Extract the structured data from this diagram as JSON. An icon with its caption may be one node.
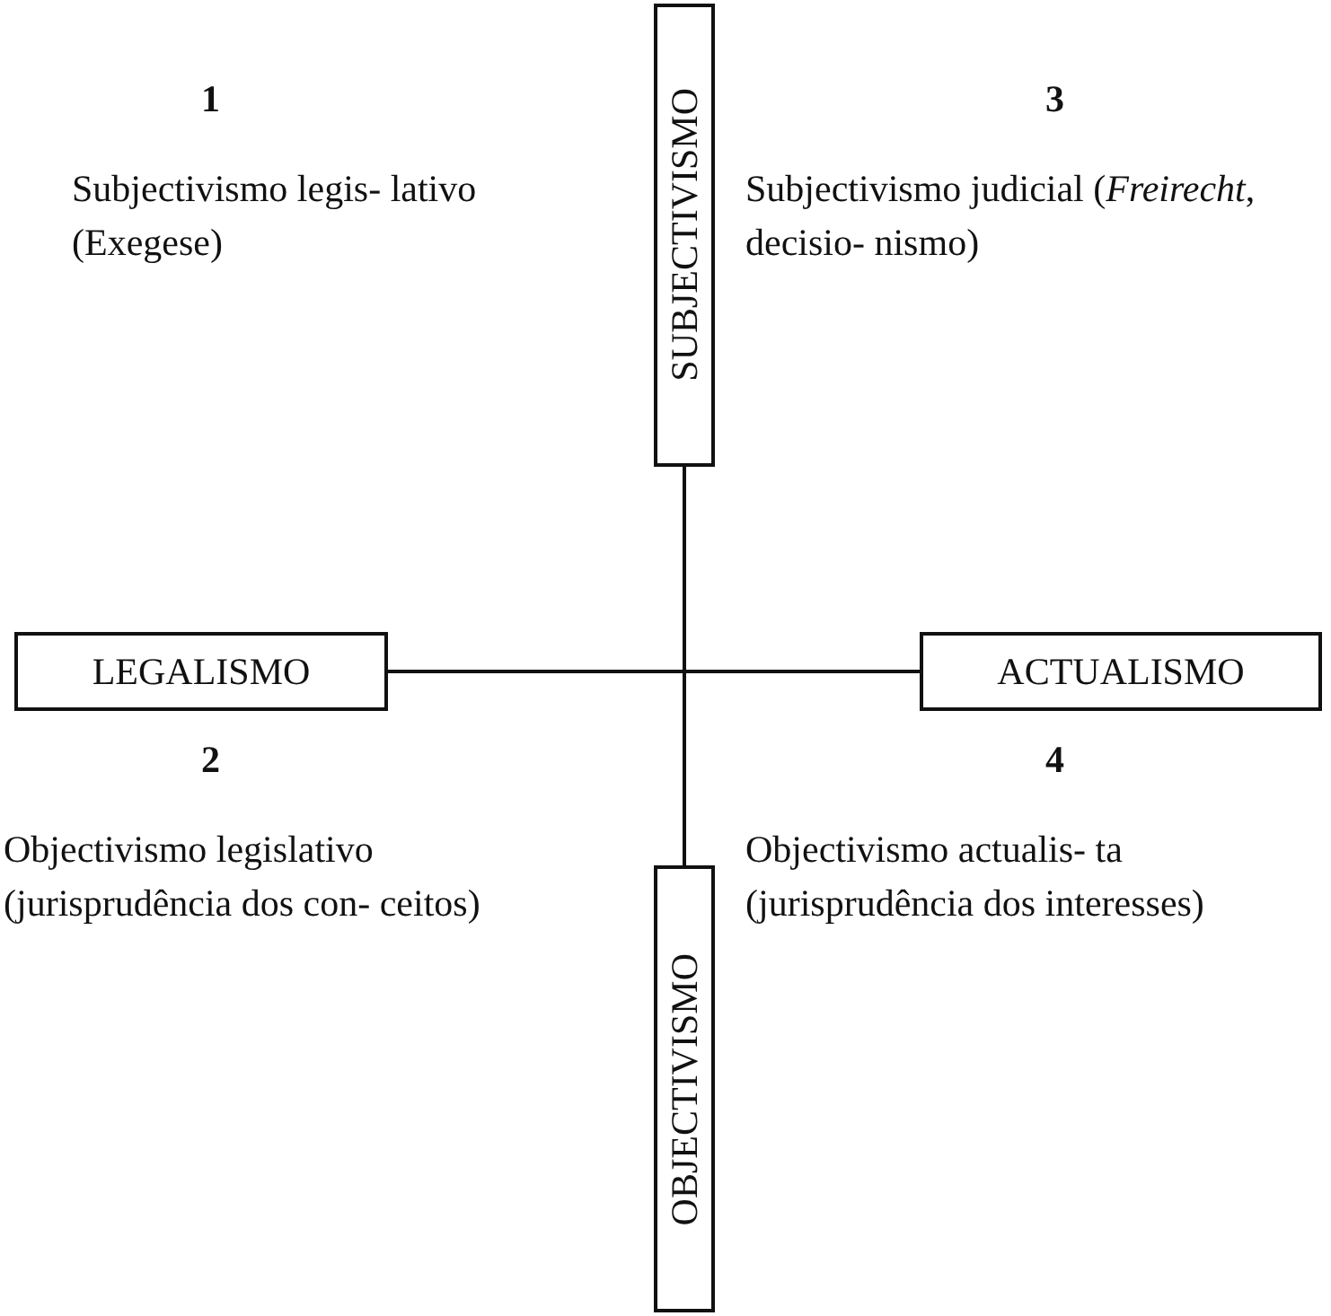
{
  "diagram": {
    "nodes": [
      {
        "text": [
          "SUBJECTIVISMO"
        ]
      },
      {
        "text": [
          "LEGALISMO"
        ]
      },
      {
        "text": [
          "ACTUALISMO"
        ]
      },
      {
        "text": [
          "OBJECTIVISMO"
        ]
      }
    ],
    "edges": [
      {
        "from": 0,
        "to": 3,
        "arrow": "none"
      },
      {
        "from": 1,
        "to": 2,
        "arrow": "none"
      }
    ],
    "labels": [
      "1",
      "Subjectivismo legis- lativo (Exegese)",
      "3",
      "Subjectivismo judicial (*Freirecht*, decisio- nismo)",
      "2",
      "Objectivismo legislativo (jurisprudência dos con- ceitos)",
      "4",
      "Objectivismo actualis- ta (jurisprudência dos interesses)"
    ]
  }
}
